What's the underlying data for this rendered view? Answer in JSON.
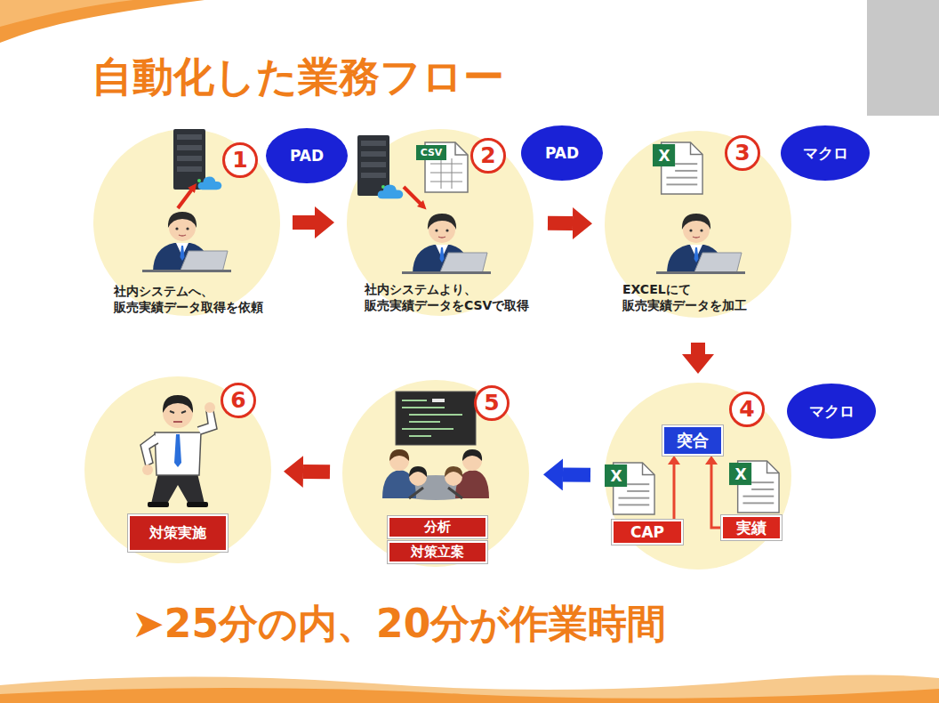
{
  "diagram": {
    "title": "自動化した業務フロー",
    "caption": "➤25分の内、20分が作業時間",
    "nodes": [
      {
        "text": [
          "1",
          "社内システムへ、 販売実績データ取得を依頼"
        ]
      },
      {
        "text": [
          "PAD"
        ]
      },
      {
        "text": [
          "2",
          "社内システムより、 販売実績データをCSVで取得"
        ]
      },
      {
        "text": [
          "PAD"
        ]
      },
      {
        "text": [
          "3",
          "EXCELにて 販売実績データを加工"
        ]
      },
      {
        "text": [
          "マクロ"
        ]
      },
      {
        "text": [
          "4"
        ]
      },
      {
        "text": [
          "マクロ"
        ]
      },
      {
        "text": [
          "突合"
        ],
        "in": 6
      },
      {
        "text": [
          "CAP"
        ],
        "in": 6
      },
      {
        "text": [
          "実績"
        ],
        "in": 6
      },
      {
        "text": [
          "5"
        ]
      },
      {
        "text": [
          "分析"
        ],
        "in": 11
      },
      {
        "text": [
          "対策立案"
        ],
        "in": 11
      },
      {
        "text": [
          "6"
        ]
      },
      {
        "text": [
          "対策実施"
        ],
        "in": 14
      }
    ],
    "edges": [
      {
        "from": 0,
        "to": 2,
        "arrow": "to"
      },
      {
        "from": 2,
        "to": 4,
        "arrow": "to"
      },
      {
        "from": 4,
        "to": 6,
        "arrow": "to"
      },
      {
        "from": 6,
        "to": 11,
        "arrow": "to"
      },
      {
        "from": 11,
        "to": 14,
        "arrow": "to"
      },
      {
        "from": 9,
        "to": 8,
        "arrow": "to"
      },
      {
        "from": 10,
        "to": 8,
        "arrow": "to"
      }
    ],
    "labels": [
      "CSV",
      "X",
      "X",
      "X"
    ]
  }
}
